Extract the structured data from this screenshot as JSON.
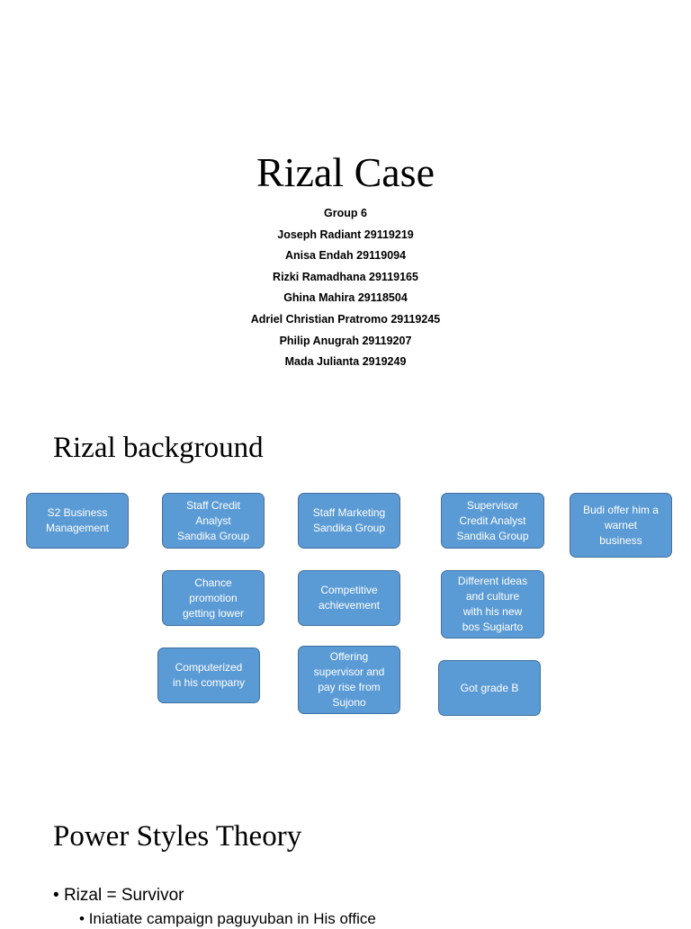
{
  "title": "Rizal Case",
  "members": [
    "Group 6",
    "Joseph Radiant 29119219",
    "Anisa Endah 29119094",
    "Rizki Ramadhana 29119165",
    "Ghina Mahira 29118504",
    "Adriel Christian Pratromo 29119245",
    "Philip Anugrah 29119207",
    "Mada Julianta 2919249"
  ],
  "background": {
    "heading": "Rizal background",
    "boxes": [
      "S2 Business\nManagement",
      "Staff Credit\nAnalyst\nSandika Group",
      "Staff Marketing\nSandika Group",
      "Supervisor\nCredit Analyst\nSandika Group",
      "Budi offer him a\nwarnet\nbusiness",
      "Chance\npromotion\ngetting lower",
      "Competitive\nachievement",
      "Different ideas\nand culture\nwith his new\nbos Sugiarto",
      "Computerized\nin his company",
      "Offering\nsupervisor and\npay rise from\nSujono",
      "Got grade B"
    ],
    "box_color": "#5b9bd5"
  },
  "power_styles": {
    "heading": "Power Styles Theory",
    "bullet": "Rizal = Survivor",
    "sub_bullet": "Iniatiate campaign paguyuban in His office"
  }
}
